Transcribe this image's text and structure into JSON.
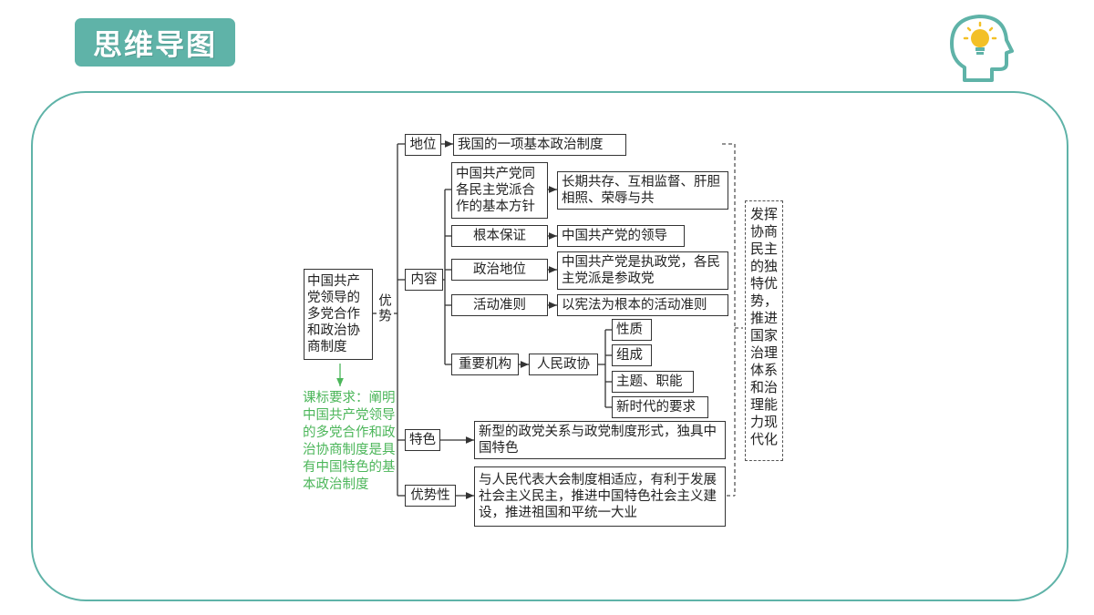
{
  "header": {
    "title": "思维导图",
    "icon": "lightbulb-head-icon"
  },
  "colors": {
    "accent": "#5fb3a8",
    "green_text": "#4cb65a",
    "line": "#333333"
  },
  "map": {
    "root": "中国共产党领导的多党合作和政治协商制度",
    "branch": "优势",
    "requirement": "课标要求：阐明中国共产党领导的多党合作和政治协商制度是具有中国特色的基本政治制度",
    "diwei": {
      "label": "地位",
      "value": "我国的一项基本政治制度"
    },
    "neirong": {
      "label": "内容",
      "items": [
        {
          "label": "中国共产党同各民主党派合作的基本方针",
          "value": "长期共存、互相监督、肝胆相照、荣辱与共"
        },
        {
          "label": "根本保证",
          "value": "中国共产党的领导"
        },
        {
          "label": "政治地位",
          "value": "中国共产党是执政党，各民主党派是参政党"
        },
        {
          "label": "活动准则",
          "value": "以宪法为根本的活动准则"
        }
      ],
      "jigou": {
        "label": "重要机构",
        "value": "人民政协",
        "subs": [
          "性质",
          "组成",
          "主题、职能",
          "新时代的要求"
        ]
      }
    },
    "tese": {
      "label": "特色",
      "value": "新型的政党关系与政党制度形式，独具中国特色"
    },
    "youshixing": {
      "label": "优势性",
      "value": "与人民代表大会制度相适应，有利于发展社会主义民主，推进中国特色社会主义建设，推进祖国和平统一大业"
    },
    "summary": "发挥协商民主的独特优势，推进国家治理体系和治理能力现代化"
  }
}
